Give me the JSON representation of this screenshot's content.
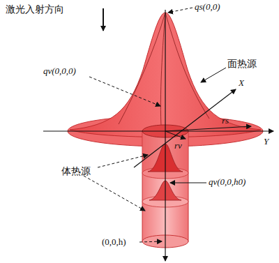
{
  "diagram": {
    "labels": [
      "激光入射方向",
      "qs(0,0)",
      "面热源",
      "qv(0,0,0)",
      "X",
      "rs",
      "Y",
      "rv",
      "体热源",
      "qv(0,0,h0)",
      "(0,0,h)"
    ]
  }
}
